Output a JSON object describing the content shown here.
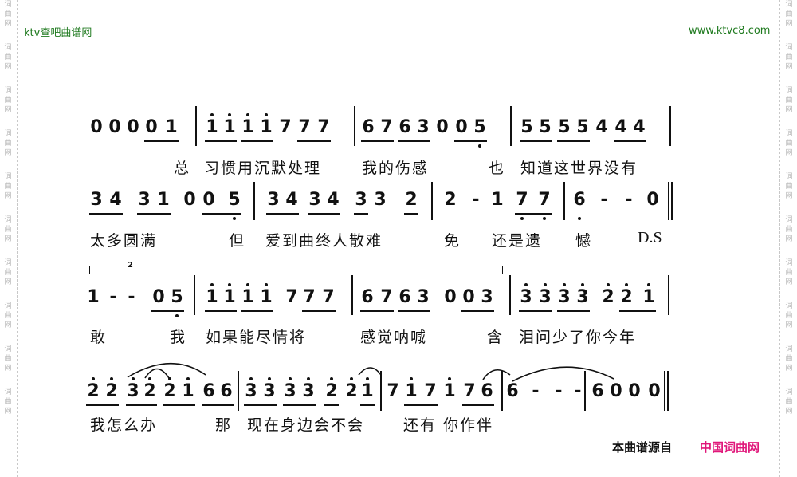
{
  "header": {
    "site_name": "ktv查吧曲谱网",
    "site_url": "www.ktvc8.com"
  },
  "watermark": {
    "chars": [
      "词",
      "曲",
      "网"
    ],
    "color": "#b8b8b8"
  },
  "score": {
    "notation": "jianpu",
    "lines": [
      {
        "measures": [
          {
            "notes": "0 0 0 0 1",
            "underlined": "0 1"
          },
          {
            "notes": "i i i i 7 7 7",
            "high_dots": [
              0,
              1,
              2,
              3
            ]
          },
          {
            "notes": "6 7 6 3 0 0 5",
            "low_dots": [
              6
            ]
          },
          {
            "notes": "5 5 5 5 4 4 4"
          }
        ],
        "lyrics": "总 习惯用沉默处理 我的伤感 也 知道这世界没有"
      },
      {
        "measures": [
          {
            "notes": "3 4 3 1 0 0 5",
            "low_dots": [
              6
            ]
          },
          {
            "notes": "3 4 3 4 3 3 2"
          },
          {
            "notes": "2 - 1 7 7",
            "low_dots": [
              3,
              4
            ]
          },
          {
            "notes": "6 - - 0",
            "low_dots": [
              0
            ]
          }
        ],
        "lyrics": "太多圆满 但 爱到曲终人散难 免 还是遗 憾",
        "annotation": "D.S"
      },
      {
        "volta": "2",
        "measures": [
          {
            "notes": "1 - - 0 5",
            "low_dots": [
              4
            ]
          },
          {
            "notes": "i i i i 7 7 7",
            "high_dots": [
              0,
              1,
              2,
              3
            ]
          },
          {
            "notes": "6 7 6 3 0 0 3"
          },
          {
            "notes": "3 3 3 3 2 2 i",
            "high_dots": [
              0,
              1,
              2,
              3,
              4,
              5,
              6
            ]
          }
        ],
        "lyrics": "敢 我 如果能尽情将 感觉呐喊 含 泪问少了你今年"
      },
      {
        "measures": [
          {
            "notes": "2 2 3 2 2 i 6 6",
            "high_dots": [
              0,
              1,
              2,
              3,
              4,
              5
            ]
          },
          {
            "notes": "3 3 3 3 2 2 i",
            "high_dots": [
              0,
              1,
              2,
              3,
              4,
              5,
              6
            ]
          },
          {
            "notes": "7 i 7 i 7 6",
            "high_dots": [
              1,
              3
            ]
          },
          {
            "notes": "6 - - -"
          },
          {
            "notes": "6 0 0 0"
          }
        ],
        "lyrics": "我怎么办 那 现在身边会不会 还有 你作伴"
      }
    ],
    "line1": {
      "m1": [
        "0",
        "0",
        "0",
        "0",
        "1"
      ],
      "m2": [
        "i",
        "i",
        "i",
        "i",
        "7",
        "7",
        "7"
      ],
      "m3": [
        "6",
        "7",
        "6",
        "3",
        "0",
        "0",
        "5"
      ],
      "m4": [
        "5",
        "5",
        "5",
        "5",
        "4",
        "4",
        "4"
      ],
      "lyrics": [
        "总",
        "习惯用沉默处理",
        "我的伤感",
        "也",
        "知道这世界没有"
      ]
    },
    "line2": {
      "m1": [
        "3",
        "4",
        "3",
        "1",
        "0",
        "0",
        "5"
      ],
      "m2": [
        "3",
        "4",
        "3",
        "4",
        "3",
        "3",
        "2"
      ],
      "m3": [
        "2",
        "-",
        "1",
        "7",
        "7"
      ],
      "m4": [
        "6",
        "-",
        "-",
        "0"
      ],
      "lyrics": [
        "太多圆满",
        "但",
        "爱到曲终人散难",
        "免",
        "还是遗",
        "憾"
      ],
      "ds": "D.S"
    },
    "line3": {
      "volta": "2",
      "m1": [
        "1",
        "-",
        "-",
        "0",
        "5"
      ],
      "m2": [
        "i",
        "i",
        "i",
        "i",
        "7",
        "7",
        "7"
      ],
      "m3": [
        "6",
        "7",
        "6",
        "3",
        "0",
        "0",
        "3"
      ],
      "m4": [
        "3",
        "3",
        "3",
        "3",
        "2",
        "2",
        "i"
      ],
      "lyrics": [
        "敢",
        "我",
        "如果能尽情将",
        "感觉呐喊",
        "含",
        "泪问少了你今年"
      ]
    },
    "line4": {
      "m1": [
        "2",
        "2",
        "3",
        "2",
        "2",
        "i",
        "6",
        "6"
      ],
      "m2": [
        "3",
        "3",
        "3",
        "3",
        "2",
        "2",
        "i"
      ],
      "m3": [
        "7",
        "i",
        "7",
        "i",
        "7",
        "6"
      ],
      "m4": [
        "6",
        "-",
        "-",
        "-"
      ],
      "m5": [
        "6",
        "0",
        "0",
        "0"
      ],
      "lyrics": [
        "我怎么办",
        "那",
        "现在身边会不会",
        "还有",
        "你作伴"
      ]
    }
  },
  "footer": {
    "source_label": "本曲谱源自",
    "source_site": "中国词曲网",
    "source_site_color": "#e0177a"
  }
}
